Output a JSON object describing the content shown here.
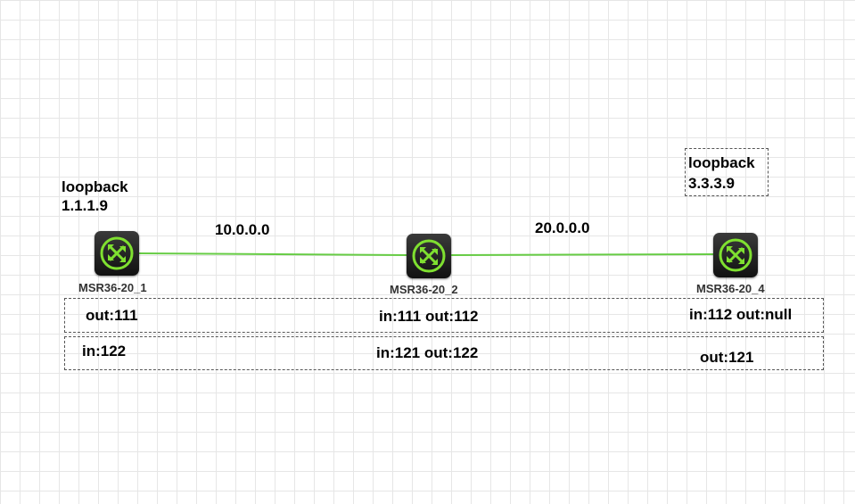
{
  "loopbacks": {
    "r1": {
      "title": "loopback",
      "ip": "1.1.1.9"
    },
    "r4": {
      "title": "loopback",
      "ip": "3.3.3.9"
    }
  },
  "links": {
    "l1": "10.0.0.0",
    "l2": "20.0.0.0"
  },
  "routers": {
    "r1": "MSR36-20_1",
    "r2": "MSR36-20_2",
    "r4": "MSR36-20_4"
  },
  "labels_row1": {
    "r1": "out:111",
    "r2": "in:111 out:112",
    "r4": "in:112 out:null"
  },
  "labels_row2": {
    "r1": "in:122",
    "r2": "in:121 out:122",
    "r4": "out:121"
  },
  "colors": {
    "link": "#66cc44",
    "router_icon": "#7fe030",
    "router_body": "#222222"
  }
}
